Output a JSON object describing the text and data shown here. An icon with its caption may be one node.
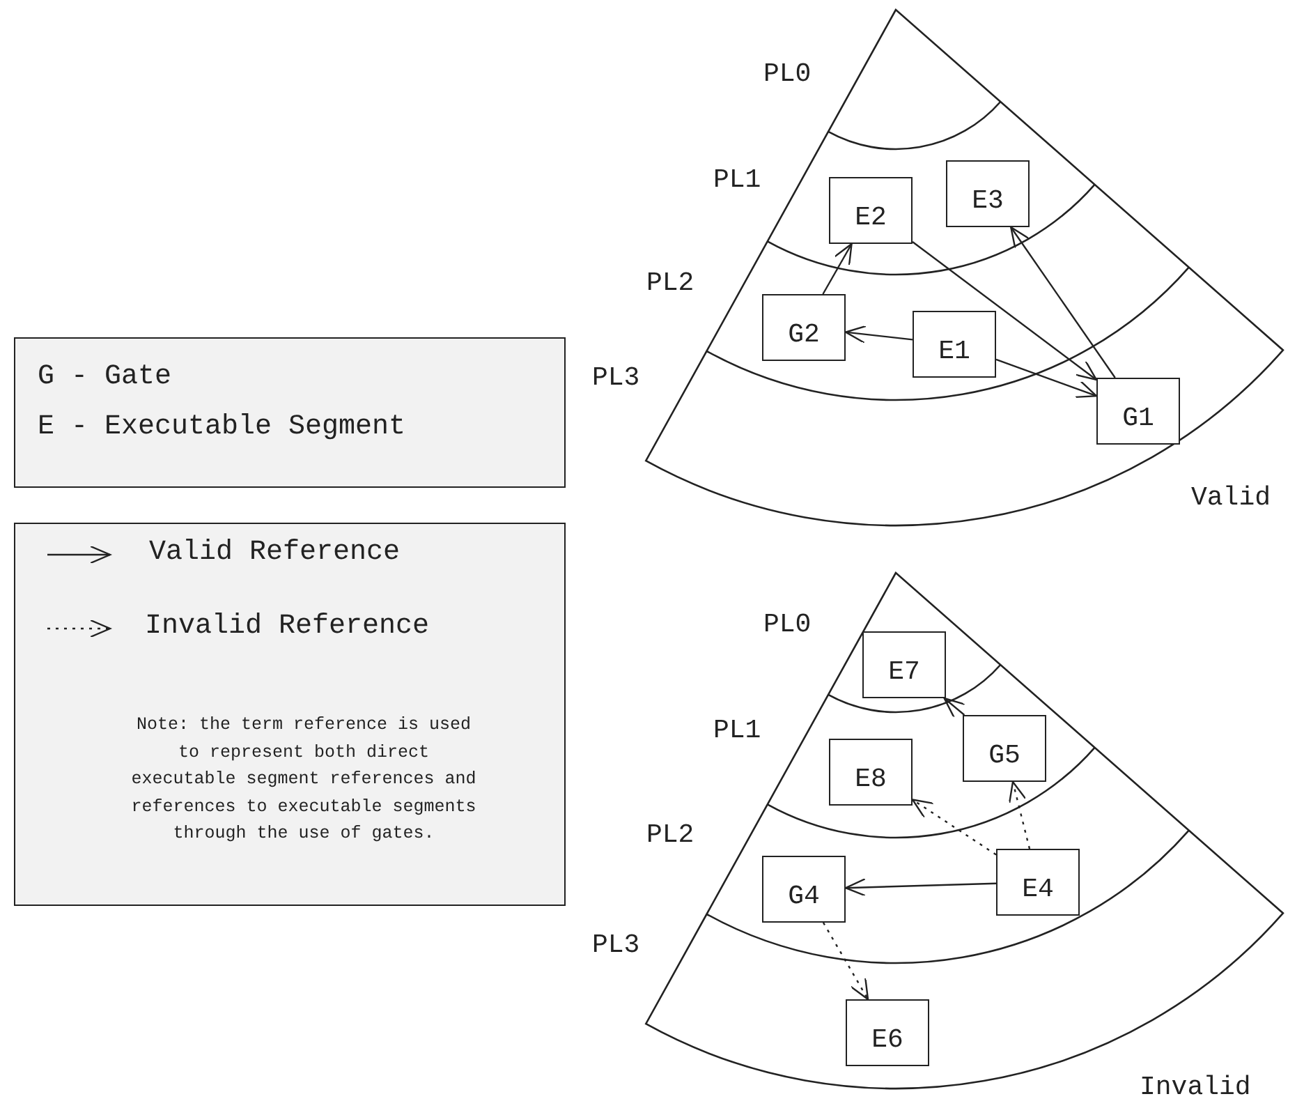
{
  "diagram": {
    "nodes": [
      {
        "text": [
          "G - Gate",
          "E - Executable Segment"
        ]
      },
      {
        "text": [
          "Note: the term reference is used to represent both direct executable segment references and references to executable segments through the use of gates."
        ]
      },
      {
        "text": [
          "E2"
        ]
      },
      {
        "text": [
          "E3"
        ]
      },
      {
        "text": [
          "G2"
        ]
      },
      {
        "text": [
          "E1"
        ]
      },
      {
        "text": [
          "G1"
        ]
      },
      {
        "text": [
          "E7"
        ]
      },
      {
        "text": [
          "G5"
        ]
      },
      {
        "text": [
          "E8"
        ]
      },
      {
        "text": [
          "G4"
        ]
      },
      {
        "text": [
          "E4"
        ]
      },
      {
        "text": [
          "E6"
        ]
      }
    ],
    "edges": [
      {
        "from": 4,
        "to": 2,
        "arrow": "to"
      },
      {
        "from": 5,
        "to": 4,
        "arrow": "to"
      },
      {
        "from": 5,
        "to": 6,
        "arrow": "to"
      },
      {
        "from": 2,
        "to": 6,
        "arrow": "to"
      },
      {
        "from": 6,
        "to": 3,
        "arrow": "to"
      },
      {
        "from": 8,
        "to": 7,
        "arrow": "to"
      },
      {
        "from": 11,
        "to": 10,
        "arrow": "to"
      },
      {
        "from": 11,
        "to": 9,
        "arrow": "to",
        "style": "dashed"
      },
      {
        "from": 11,
        "to": 8,
        "arrow": "to",
        "style": "dashed"
      },
      {
        "from": 10,
        "to": 12,
        "arrow": "to",
        "style": "dashed"
      }
    ],
    "labels": [
      "PL0",
      "PL1",
      "PL2",
      "PL3",
      "Valid",
      "PL0",
      "PL1",
      "PL2",
      "PL3",
      "Invalid"
    ],
    "legend": [
      {
        "text": "Valid Reference"
      },
      {
        "text": "Invalid Reference"
      }
    ]
  }
}
